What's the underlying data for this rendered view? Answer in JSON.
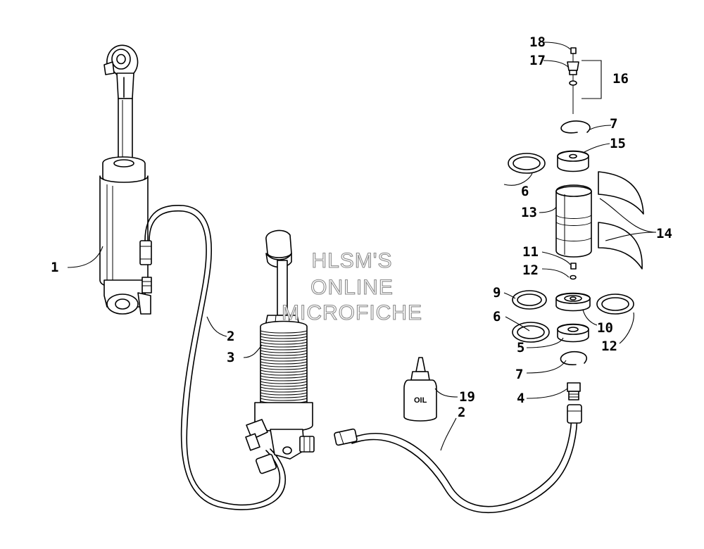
{
  "watermark": {
    "line1": "HLSM'S",
    "line2": "ONLINE",
    "line3": "MICROFICHE"
  },
  "oil_bottle": {
    "label": "OIL"
  },
  "callouts": {
    "c1": "1",
    "c2a": "2",
    "c2b": "2",
    "c3": "3",
    "c4": "4",
    "c5": "5",
    "c6a": "6",
    "c6b": "6",
    "c7a": "7",
    "c7b": "7",
    "c9": "9",
    "c10": "10",
    "c11": "11",
    "c12a": "12",
    "c12b": "12",
    "c13": "13",
    "c14": "14",
    "c15": "15",
    "c16": "16",
    "c17": "17",
    "c18": "18",
    "c19": "19"
  }
}
